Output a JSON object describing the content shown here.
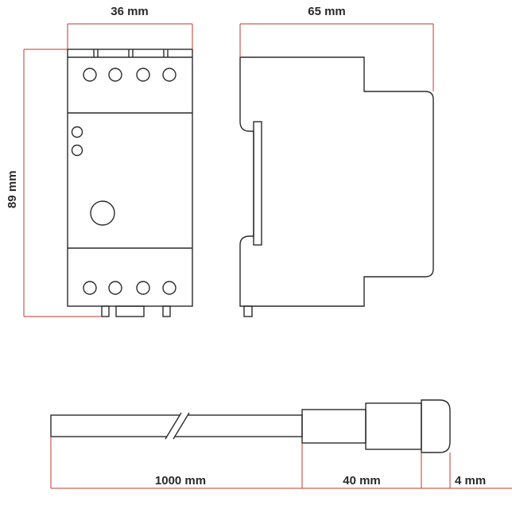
{
  "colors": {
    "outline": "#2b2b2b",
    "dimension": "#c0392b",
    "text": "#2a2a2a",
    "background": "#ffffff"
  },
  "dimensions": {
    "front_width": "36 mm",
    "side_depth": "65 mm",
    "height": "89 mm",
    "cable_length": "1000 mm",
    "sensor_length": "40 mm",
    "sensor_cap": "4 mm"
  }
}
